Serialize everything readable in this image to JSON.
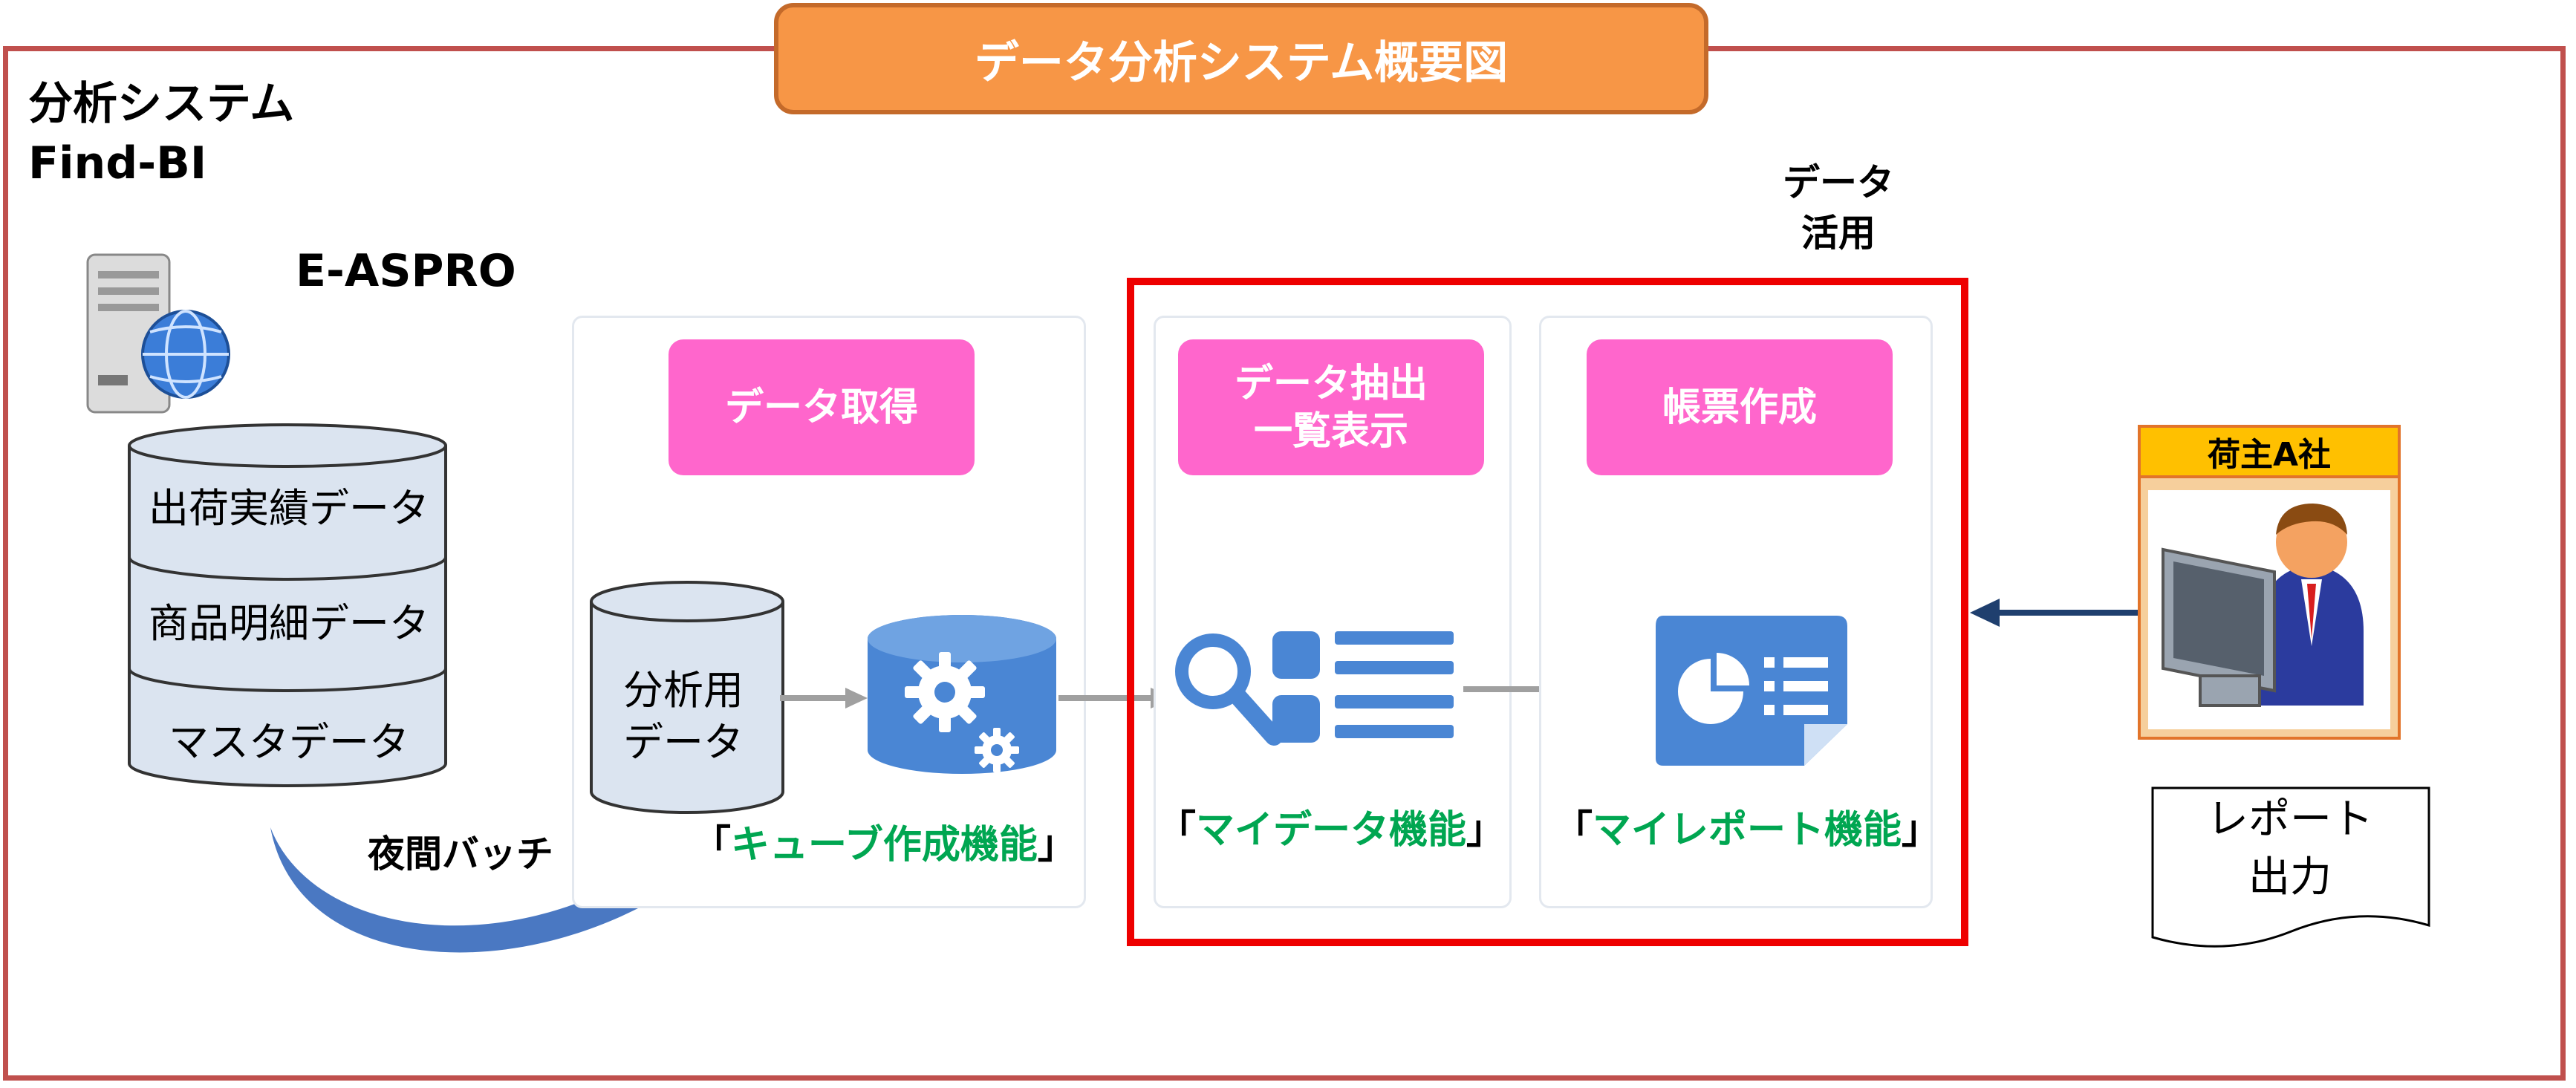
{
  "title": "データ分析システム概要図",
  "system": {
    "line1": "分析システム",
    "line2": "Find-BI"
  },
  "server": {
    "label": "E-ASPRO",
    "icon": "server-globe-icon"
  },
  "databases": [
    "出荷実績データ",
    "商品明細データ",
    "マスタデータ"
  ],
  "batch_label": "夜間バッチ",
  "analysis_db": {
    "line1": "分析用",
    "line2": "データ"
  },
  "data_usage": {
    "line1": "データ",
    "line2": "活用"
  },
  "panels": [
    {
      "header": "データ取得",
      "feature_open": "「",
      "feature": "キューブ作成機能",
      "feature_close": "」",
      "icon": "cube-gear-icon"
    },
    {
      "header_line1": "データ抽出",
      "header_line2": "一覧表示",
      "feature_open": "「",
      "feature": "マイデータ機能",
      "feature_close": "」",
      "icon": "search-list-icon"
    },
    {
      "header": "帳票作成",
      "feature_open": "「",
      "feature": "マイレポート機能",
      "feature_close": "」",
      "icon": "report-chart-icon"
    }
  ],
  "shipper": {
    "label": "荷主A社",
    "icon": "user-computer-icon"
  },
  "report_output": {
    "line1": "レポート",
    "line2": "出力"
  },
  "colors": {
    "frame": "#c0504d",
    "banner": "#f79646",
    "pink": "#ff66cc",
    "feature_green": "#00a651",
    "highlight_red": "#ee0000",
    "icon_blue": "#4a86d4",
    "arrow_navy": "#1f3f6e"
  }
}
